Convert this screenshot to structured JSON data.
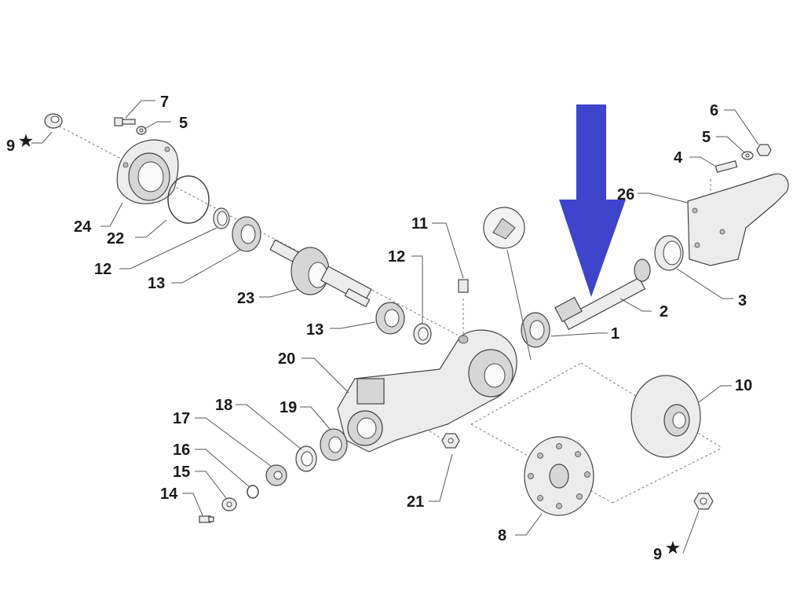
{
  "labels": {
    "p1": "1",
    "p2": "2",
    "p3": "3",
    "p4": "4",
    "p5a": "5",
    "p5b": "5",
    "p6": "6",
    "p7": "7",
    "p8": "8",
    "p9a": "9",
    "p9b": "9",
    "p10": "10",
    "p11": "11",
    "p12a": "12",
    "p12b": "12",
    "p13a": "13",
    "p13b": "13",
    "p14": "14",
    "p15": "15",
    "p16": "16",
    "p17": "17",
    "p18": "18",
    "p19": "19",
    "p20": "20",
    "p21": "21",
    "p22": "22",
    "p23": "23",
    "p24": "24",
    "p26": "26"
  },
  "star_symbol": "★",
  "colors": {
    "arrow": "#3f44cc",
    "line": "#444444",
    "part_fill": "#ececec"
  }
}
